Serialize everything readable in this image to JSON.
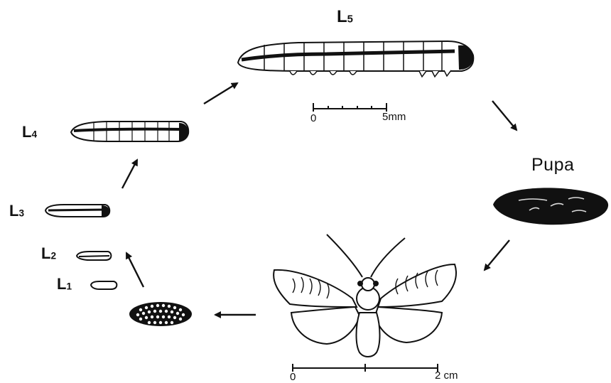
{
  "stages": {
    "l5": {
      "letter": "L",
      "sub": "5"
    },
    "l4": {
      "letter": "L",
      "sub": "4"
    },
    "l3": {
      "letter": "L",
      "sub": "3"
    },
    "l2": {
      "letter": "L",
      "sub": "2"
    },
    "l1": {
      "letter": "L",
      "sub": "1"
    },
    "pupa": "Pupa"
  },
  "scales": {
    "larva": {
      "start": "0",
      "end": "5mm"
    },
    "moth": {
      "start": "0",
      "end": "2 cm"
    }
  },
  "colors": {
    "ink": "#111111",
    "paper": "#ffffff"
  }
}
